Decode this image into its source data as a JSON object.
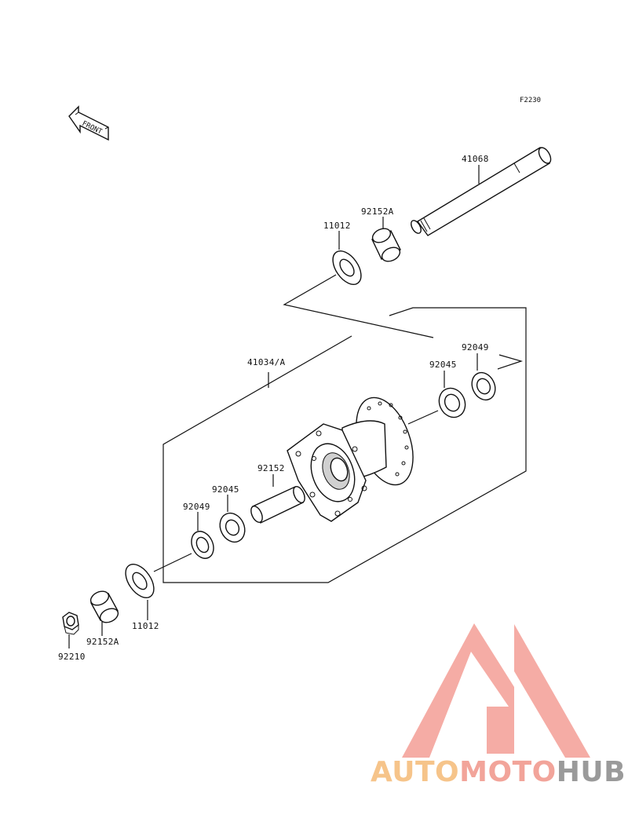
{
  "diagram_code": "F2230",
  "front_arrow_label": "FRONT",
  "parts": {
    "p41068": "41068",
    "p92152A_top": "92152A",
    "p11012_top": "11012",
    "p92049_right": "92049",
    "p92045_right": "92045",
    "p41034A": "41034/A",
    "p92152": "92152",
    "p92045_left": "92045",
    "p92049_left": "92049",
    "p11012_bottom": "11012",
    "p92152A_bottom": "92152A",
    "p92210": "92210"
  },
  "watermark": {
    "part1": "AUTO",
    "part2": "MOTO",
    "part3": "HUB",
    "colors": {
      "triangle": "#f4a8a0",
      "auto": "#f6c48a",
      "moto": "#f2a49a",
      "hub": "#9a9a9a"
    }
  }
}
